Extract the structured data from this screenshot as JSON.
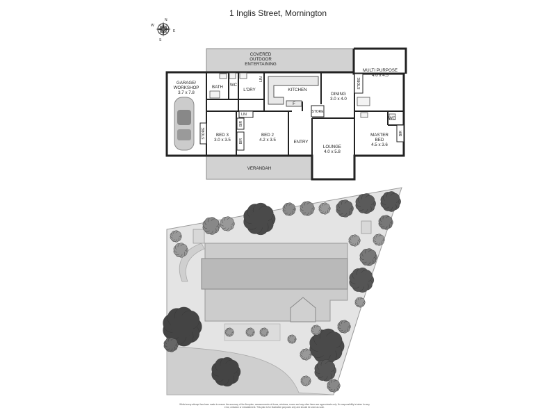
{
  "title": "1 Inglis Street, Mornington",
  "compass": {
    "north": "N",
    "east": "E",
    "south": "S",
    "west": "W"
  },
  "rooms": {
    "covered": [
      "COVERED",
      "OUTDOOR",
      "ENTERTAINING"
    ],
    "garage": [
      "GARAGE/",
      "WORKSHOP",
      "3.7 x 7.8"
    ],
    "bath": "BATH",
    "wc": "WC",
    "lin_vert": "LIN",
    "ldry": "L'DRY",
    "kitchen": "KITCHEN",
    "dining": [
      "DINING",
      "3.0 x 4.0"
    ],
    "multi": [
      "MULTI PURPOSE",
      "4.0 x 4.5"
    ],
    "store_multi": "STORE",
    "store_garage": "STORE",
    "store_entry": "STORE",
    "lin_h": "LIN",
    "bir1": "BIR",
    "bir2": "BIR",
    "bir3": "BIR",
    "bed3": [
      "BED 3",
      "3.0 x 3.5"
    ],
    "bed2": [
      "BED 2",
      "4.2 x 3.5"
    ],
    "entry": "ENTRY",
    "lounge": [
      "LOUNGE",
      "4.0 x 5.8"
    ],
    "wc2": "WC",
    "master": [
      "MASTER",
      "BED",
      "4.5 x 3.6"
    ],
    "verandah": "VERANDAH",
    "f": "F"
  },
  "disclaimer": "Whilst every attempt has been made to ensure the accuracy of the floorplan, measurements of doors, windows, rooms and any other items are approximate only. No responsibility is taken for any error, omission or misstatement. This plan is for illustrative purposes only and should be used as such."
}
